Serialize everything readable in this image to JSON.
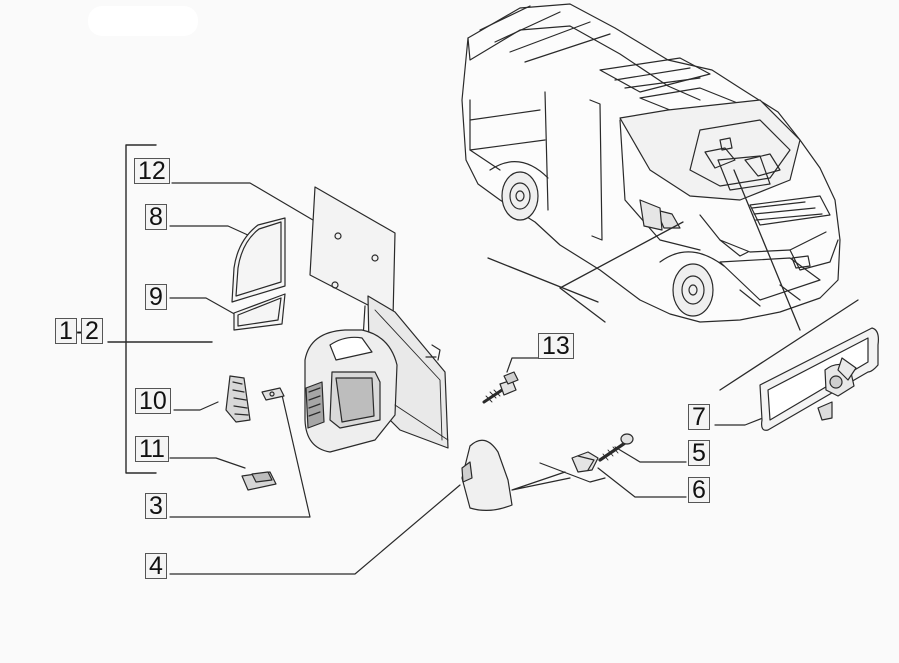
{
  "diagram": {
    "callouts": [
      {
        "id": "c12",
        "label": "12"
      },
      {
        "id": "c8",
        "label": "8"
      },
      {
        "id": "c9",
        "label": "9"
      },
      {
        "id": "c1a",
        "label": "1"
      },
      {
        "id": "c1b",
        "label": "2"
      },
      {
        "id": "c10",
        "label": "10"
      },
      {
        "id": "c11",
        "label": "11"
      },
      {
        "id": "c3",
        "label": "3"
      },
      {
        "id": "c4",
        "label": "4"
      },
      {
        "id": "c13",
        "label": "13"
      },
      {
        "id": "c7",
        "label": "7"
      },
      {
        "id": "c5",
        "label": "5"
      },
      {
        "id": "c6",
        "label": "6"
      }
    ],
    "range_separator": "-"
  },
  "colors": {
    "line": "#2a2a2a",
    "part_fill": "#ededed",
    "part_dark": "#9a9a9a",
    "callout_bg": "#f4f4f4",
    "background": "#fafafa"
  }
}
